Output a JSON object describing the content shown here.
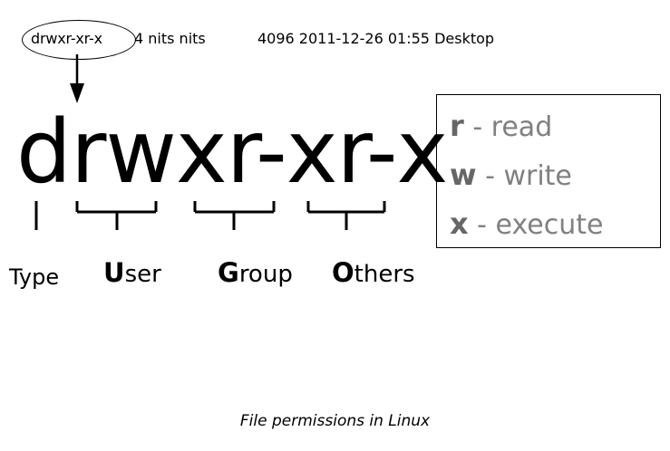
{
  "ls_line": {
    "permissions": "drwxr-xr-x",
    "links_and_owner": "4 nits nits",
    "size_date_name": "4096 2011-12-26 01:55 Desktop"
  },
  "big_permissions": "drwxr-xr-x",
  "segments": [
    {
      "id": "type",
      "bold": "",
      "rest": "Type"
    },
    {
      "id": "user",
      "bold": "U",
      "rest": "ser"
    },
    {
      "id": "group",
      "bold": "G",
      "rest": "roup"
    },
    {
      "id": "others",
      "bold": "O",
      "rest": "thers"
    }
  ],
  "legend": {
    "rows": [
      {
        "letter": "r",
        "text": " - read"
      },
      {
        "letter": "w",
        "text": " - write"
      },
      {
        "letter": "x",
        "text": " - execute"
      }
    ],
    "color": "#808080"
  },
  "caption": "File permissions in Linux"
}
